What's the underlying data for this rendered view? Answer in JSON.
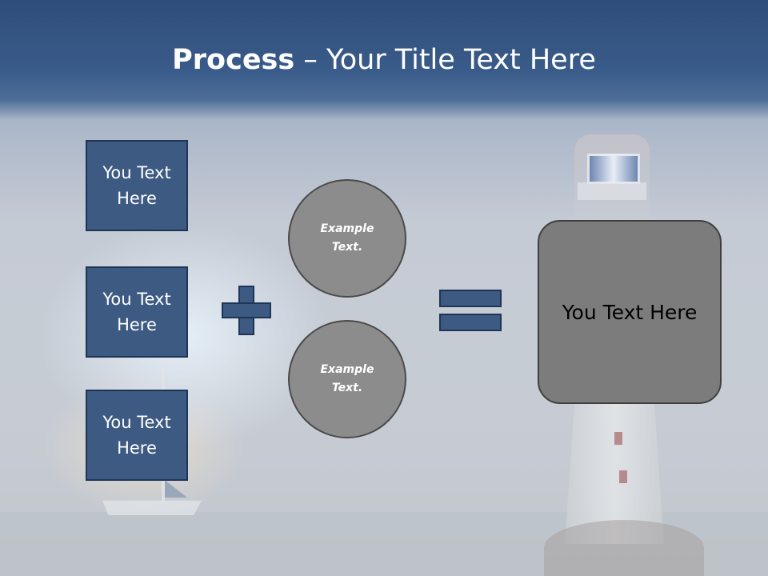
{
  "slide": {
    "title_bold": "Process",
    "title_rest": " – Your Title Text Here"
  },
  "left_boxes": [
    {
      "label": "You Text Here"
    },
    {
      "label": "You Text Here"
    },
    {
      "label": "You Text Here"
    }
  ],
  "circles": [
    {
      "label": "Example Text."
    },
    {
      "label": "Example Text."
    }
  ],
  "result": {
    "label": "You Text Here"
  },
  "icons": {
    "plus": "plus-icon",
    "equals": "equals-icon"
  },
  "colors": {
    "header": "#2f4d79",
    "box_fill": "#3d5a82",
    "box_border": "#1f3556",
    "circle_fill": "#8c8c8c",
    "result_fill": "#7c7c7c"
  }
}
